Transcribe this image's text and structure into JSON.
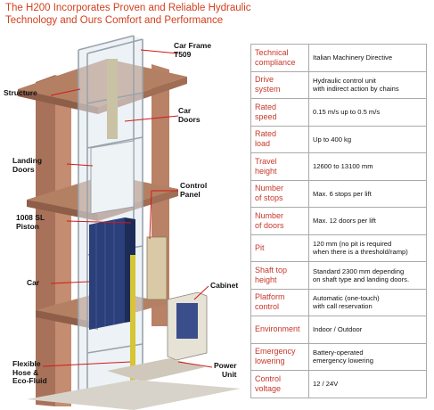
{
  "title": {
    "line1": "The H200 Incorporates Proven and Reliable Hydraulic",
    "line2": "Technology and Ours Comfort and Performance"
  },
  "callouts": {
    "car_frame": [
      "Car Frame",
      "T509"
    ],
    "structure": [
      "Structure"
    ],
    "car_doors": [
      "Car",
      "Doors"
    ],
    "landing_doors": [
      "Landing",
      "Doors"
    ],
    "control_panel": [
      "Control",
      "Panel"
    ],
    "piston": [
      "1008 SL",
      "Piston"
    ],
    "car": [
      "Car"
    ],
    "cabinet": [
      "Cabinet"
    ],
    "flexible_hose": [
      "Flexible",
      "Hose &",
      "Eco-Fluid"
    ],
    "power_unit": [
      "Power",
      "Unit"
    ]
  },
  "specs": [
    {
      "key": [
        "Technical",
        "compliance"
      ],
      "value": [
        "Italian Machinery Directive"
      ]
    },
    {
      "key": [
        "Drive",
        "system"
      ],
      "value": [
        "Hydraulic control unit",
        "with indirect action by chains"
      ]
    },
    {
      "key": [
        "Rated",
        "speed"
      ],
      "value": [
        "0.15 m/s up to 0.5 m/s"
      ]
    },
    {
      "key": [
        "Rated",
        "load"
      ],
      "value": [
        "Up to 400 kg"
      ]
    },
    {
      "key": [
        "Travel",
        "height"
      ],
      "value": [
        "12600 to 13100 mm"
      ]
    },
    {
      "key": [
        "Number",
        "of stops"
      ],
      "value": [
        "Max. 6 stops per lift"
      ]
    },
    {
      "key": [
        "Number",
        "of doors"
      ],
      "value": [
        "Max. 12 doors per lift"
      ]
    },
    {
      "key": [
        "Pit"
      ],
      "value": [
        "120 mm (no pit is required",
        "when there is a threshold/ramp)"
      ]
    },
    {
      "key": [
        "Shaft top",
        "height"
      ],
      "value": [
        "Standard 2300 mm depending",
        "on shaft type and landing doors."
      ]
    },
    {
      "key": [
        "Platform",
        "control"
      ],
      "value": [
        "Automatic (one-touch)",
        "with call reservation"
      ]
    },
    {
      "key": [
        "Environment"
      ],
      "value": [
        "Indoor / Outdoor"
      ]
    },
    {
      "key": [
        "Emergency",
        "lowering"
      ],
      "value": [
        "Battery-operated",
        "emergency lowering"
      ]
    },
    {
      "key": [
        "Control",
        "voltage"
      ],
      "value": [
        "12 / 24V"
      ]
    }
  ],
  "colors": {
    "title": "#d2401e",
    "spec_key": "#c8372a",
    "leader_line": "#d11a1a",
    "brick": "#b07a5e",
    "glass": "#dfe8ee",
    "car": "#2b3f7a"
  }
}
